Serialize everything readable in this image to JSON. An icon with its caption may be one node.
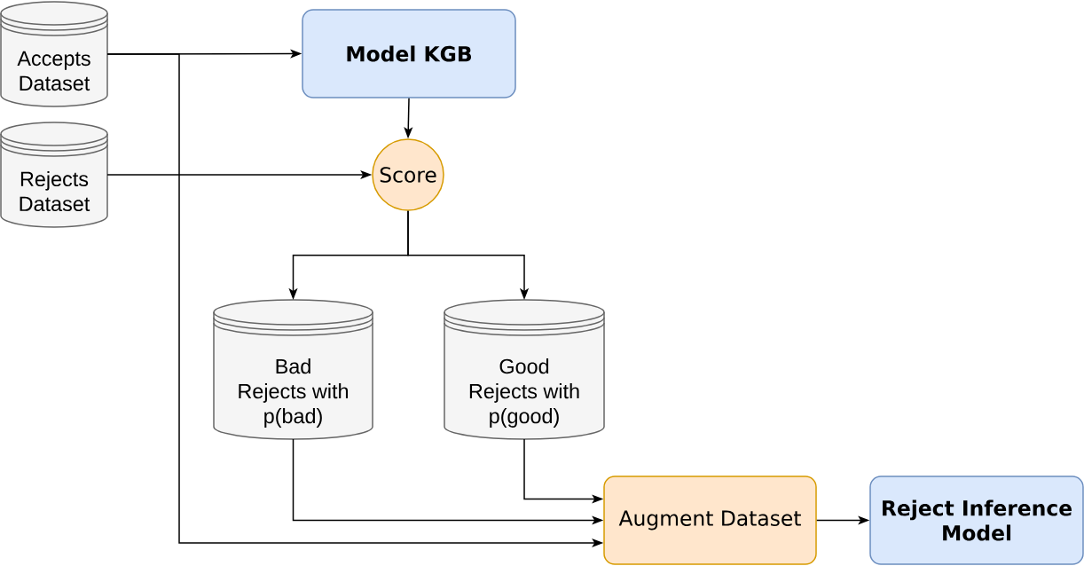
{
  "diagram": {
    "nodes": [
      {
        "text": [
          "Accepts Dataset"
        ]
      },
      {
        "text": [
          "Model KGB"
        ]
      },
      {
        "text": [
          "Rejects Dataset"
        ]
      },
      {
        "text": [
          "Score"
        ]
      },
      {
        "text": [
          "Bad Rejects with p(bad)"
        ]
      },
      {
        "text": [
          "Good Rejects with p(good)"
        ]
      },
      {
        "text": [
          "Augment Dataset"
        ]
      },
      {
        "text": [
          "Reject Inference Model"
        ]
      }
    ],
    "edges": [
      {
        "from": 0,
        "to": 1,
        "arrow": "to"
      },
      {
        "from": 0,
        "to": 6,
        "arrow": "to"
      },
      {
        "from": 1,
        "to": 3,
        "arrow": "to"
      },
      {
        "from": 2,
        "to": 3,
        "arrow": "to"
      },
      {
        "from": 3,
        "to": 4,
        "arrow": "to"
      },
      {
        "from": 3,
        "to": 5,
        "arrow": "to"
      },
      {
        "from": 4,
        "to": 6,
        "arrow": "to"
      },
      {
        "from": 5,
        "to": 6,
        "arrow": "to"
      },
      {
        "from": 6,
        "to": 7,
        "arrow": "to"
      }
    ]
  }
}
